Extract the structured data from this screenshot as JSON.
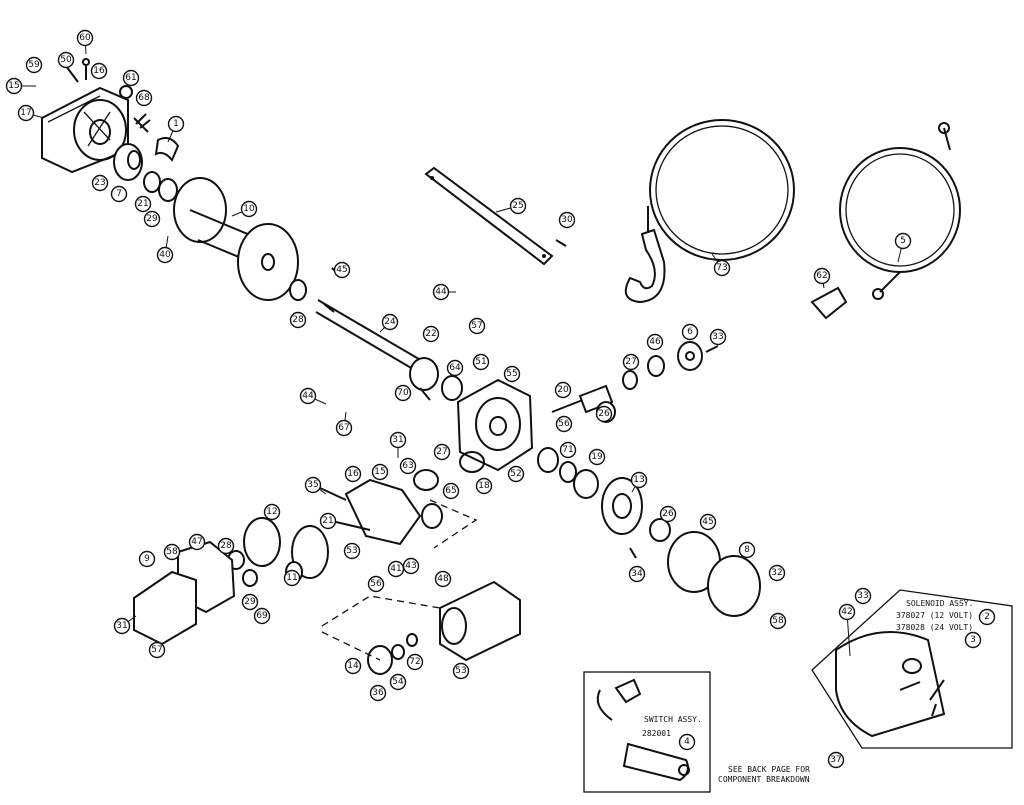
{
  "callouts": [
    "60",
    "59",
    "50",
    "16",
    "15",
    "17",
    "61",
    "68",
    "1",
    "23",
    "7",
    "21",
    "29",
    "10",
    "40",
    "25",
    "30",
    "73",
    "5",
    "45",
    "22",
    "28",
    "24",
    "44",
    "57",
    "62",
    "64",
    "51",
    "55",
    "46",
    "6",
    "33",
    "27",
    "20",
    "56",
    "70",
    "67",
    "26",
    "44",
    "16",
    "52",
    "31",
    "63",
    "27",
    "15",
    "71",
    "19",
    "18",
    "13",
    "35",
    "12",
    "65",
    "45",
    "26",
    "21",
    "53",
    "43",
    "9",
    "47",
    "58",
    "11",
    "28",
    "48",
    "29",
    "69",
    "41",
    "56",
    "32",
    "8",
    "31",
    "57",
    "14",
    "36",
    "54",
    "72",
    "53",
    "34",
    "58",
    "42",
    "33",
    "2",
    "3",
    "37",
    "4"
  ],
  "notes": {
    "solenoid_assy": "SOLENOID ASSY.",
    "solenoid_12v": "378027 (12 VOLT)",
    "solenoid_24v": "378028 (24 VOLT)",
    "switch_assy": "SWITCH ASSY.",
    "switch_part": "282001",
    "see_back_1": "SEE BACK PAGE FOR",
    "see_back_2": "COMPONENT BREAKDOWN"
  }
}
